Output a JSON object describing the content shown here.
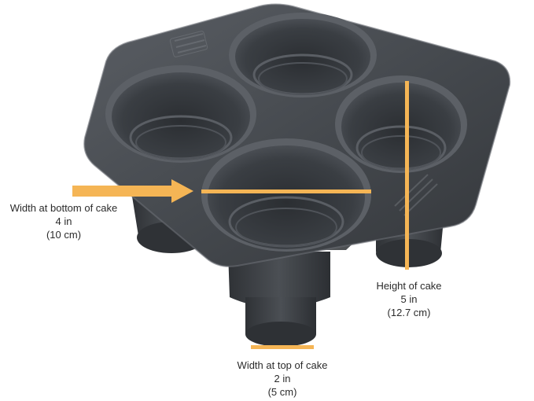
{
  "colors": {
    "accent": "#f5b555",
    "pan_dark": "#3a3d41",
    "pan_mid": "#4a4e53",
    "pan_light": "#5c6066"
  },
  "annotations": {
    "width_bottom": {
      "title": "Width at bottom of cake",
      "imperial": "4 in",
      "metric": "(10 cm)"
    },
    "height": {
      "title": "Height of cake",
      "imperial": "5 in",
      "metric": "(12.7 cm)"
    },
    "width_top": {
      "title": "Width at top of cake",
      "imperial": "2 in",
      "metric": "(5 cm)"
    }
  }
}
